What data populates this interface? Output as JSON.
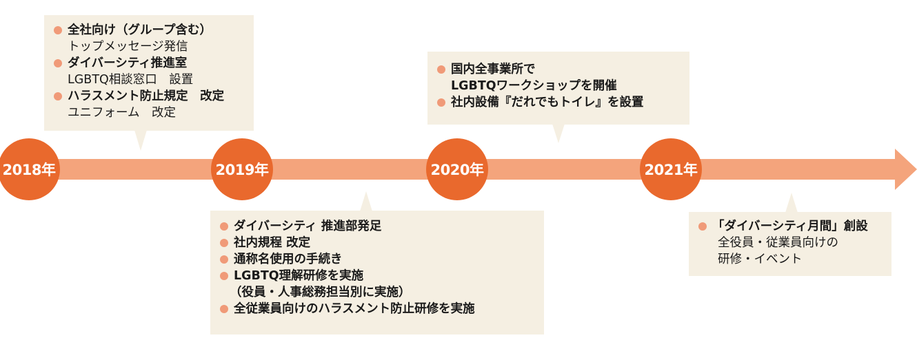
{
  "colors": {
    "circle": "#e9692d",
    "arrow": "#f4a47c",
    "box": "#f5efe2",
    "bullet": "#f09a78",
    "text": "#1a1a1a"
  },
  "years": [
    "2018年",
    "2019年",
    "2020年",
    "2021年"
  ],
  "callouts": {
    "y2018": {
      "items": [
        {
          "main": "全社向け（グループ含む）",
          "sub": "トップメッセージ発信"
        },
        {
          "main": "ダイバーシティ推進室",
          "sub": "LGBTQ相談窓口　設置"
        },
        {
          "main": "ハラスメント防止規定　改定",
          "sub": "ユニフォーム　改定"
        }
      ]
    },
    "y2019": {
      "items": [
        {
          "main": "ダイバーシティ 推進部発足",
          "sub": ""
        },
        {
          "main": "社内規程 改定",
          "sub": ""
        },
        {
          "main": "通称名使用の手続き",
          "sub": ""
        },
        {
          "main": "LGBTQ理解研修を実施",
          "sub": "（役員・人事総務担当別に実施）"
        },
        {
          "main": "全従業員向けのハラスメント防止研修を実施",
          "sub": ""
        }
      ]
    },
    "y2020": {
      "items": [
        {
          "main": "国内全事業所で",
          "sub": ""
        },
        {
          "main": "LGBTQワークショップを開催",
          "sub": ""
        },
        {
          "main": "社内設備『だれでもトイレ』を設置",
          "sub": ""
        }
      ]
    },
    "y2021": {
      "items": [
        {
          "main": "「ダイバーシティ月間」創設",
          "sub": "全役員・従業員向けの"
        },
        {
          "main": "",
          "sub": "研修・イベント"
        }
      ]
    }
  }
}
